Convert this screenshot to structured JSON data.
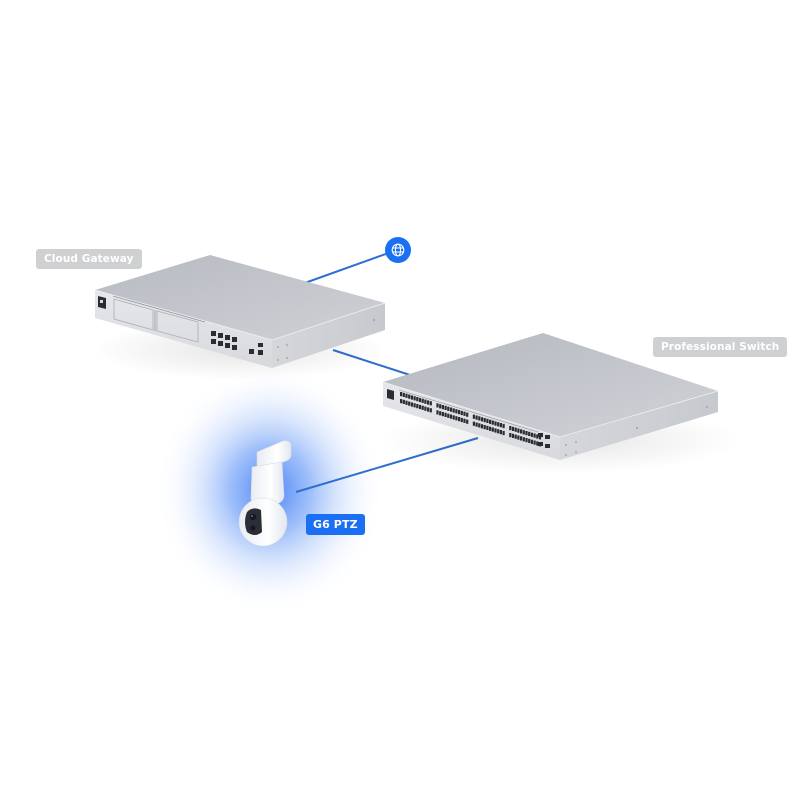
{
  "diagram": {
    "colors": {
      "accent": "#1a6ff2",
      "link_line": "#2f6fd0",
      "neutral_label_bg": "#cfd0d2",
      "device_body": "#c9ccd2",
      "background": "#ffffff"
    },
    "internet_node": {
      "icon": "globe-icon"
    },
    "devices": [
      {
        "id": "gateway",
        "label": "Cloud Gateway",
        "state": "inactive"
      },
      {
        "id": "switch",
        "label": "Professional Switch",
        "state": "inactive"
      },
      {
        "id": "camera",
        "label": "G6 PTZ",
        "state": "active"
      }
    ],
    "links": [
      {
        "from": "internet",
        "to": "gateway"
      },
      {
        "from": "gateway",
        "to": "switch"
      },
      {
        "from": "switch",
        "to": "camera"
      }
    ]
  }
}
